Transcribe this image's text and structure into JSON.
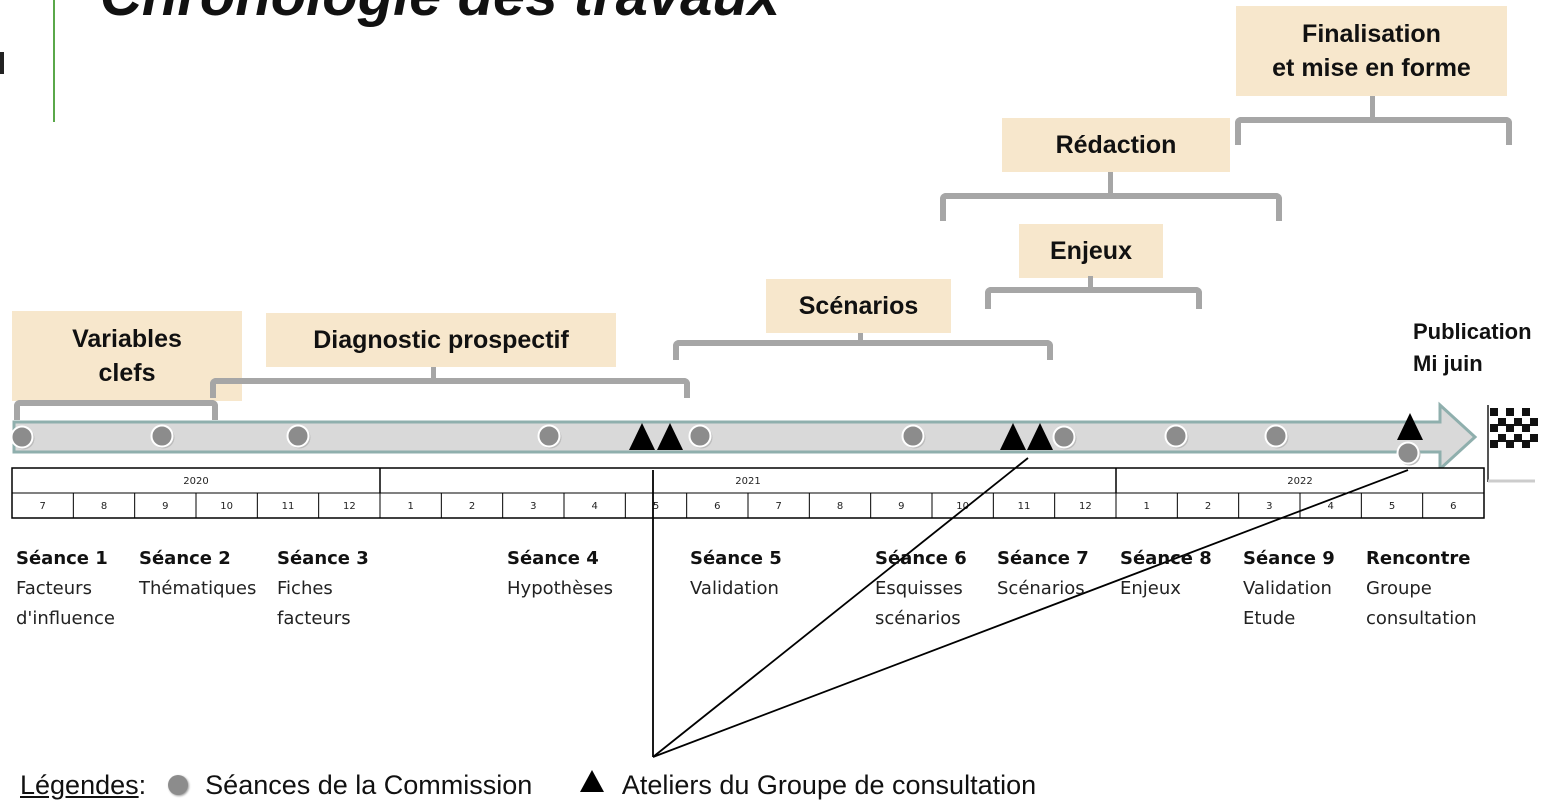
{
  "title": "Chronologie des travaux",
  "phases": [
    {
      "id": "variables-clefs",
      "label": "Variables\nclefs"
    },
    {
      "id": "diagnostic-prospectif",
      "label": "Diagnostic prospectif"
    },
    {
      "id": "scenarios",
      "label": "Scénarios"
    },
    {
      "id": "enjeux",
      "label": "Enjeux"
    },
    {
      "id": "redaction",
      "label": "Rédaction"
    },
    {
      "id": "finalisation",
      "label": "Finalisation\net mise en forme"
    }
  ],
  "publication": "Publication\nMi juin",
  "years": [
    "2020",
    "2021",
    "2022"
  ],
  "months": [
    "7",
    "8",
    "9",
    "10",
    "11",
    "12",
    "1",
    "2",
    "3",
    "4",
    "5",
    "6",
    "7",
    "8",
    "9",
    "10",
    "11",
    "12",
    "1",
    "2",
    "3",
    "4",
    "5",
    "6"
  ],
  "seances": [
    {
      "title": "Séance 1",
      "desc": "Facteurs\nd'influence"
    },
    {
      "title": "Séance 2",
      "desc": "Thématiques"
    },
    {
      "title": "Séance 3",
      "desc": "Fiches\nfacteurs"
    },
    {
      "title": "Séance 4",
      "desc": "Hypothèses"
    },
    {
      "title": "Séance 5",
      "desc": "Validation"
    },
    {
      "title": "Séance 6",
      "desc": "Esquisses\nscénarios"
    },
    {
      "title": "Séance 7",
      "desc": "Scénarios"
    },
    {
      "title": "Séance 8",
      "desc": "Enjeux"
    },
    {
      "title": "Séance 9",
      "desc": "Validation\nEtude"
    },
    {
      "title": "Rencontre",
      "desc": "Groupe\nconsultation"
    }
  ],
  "legend": {
    "label": "Légendes",
    "seances": "Séances de la Commission",
    "ateliers": "Ateliers du Groupe de consultation"
  },
  "colors": {
    "box": "#f7e7cc",
    "bracket": "#a6a6a6",
    "bar": "#d9d9d9",
    "bar_border": "#8fafad",
    "dot": "#8c8c8c"
  }
}
